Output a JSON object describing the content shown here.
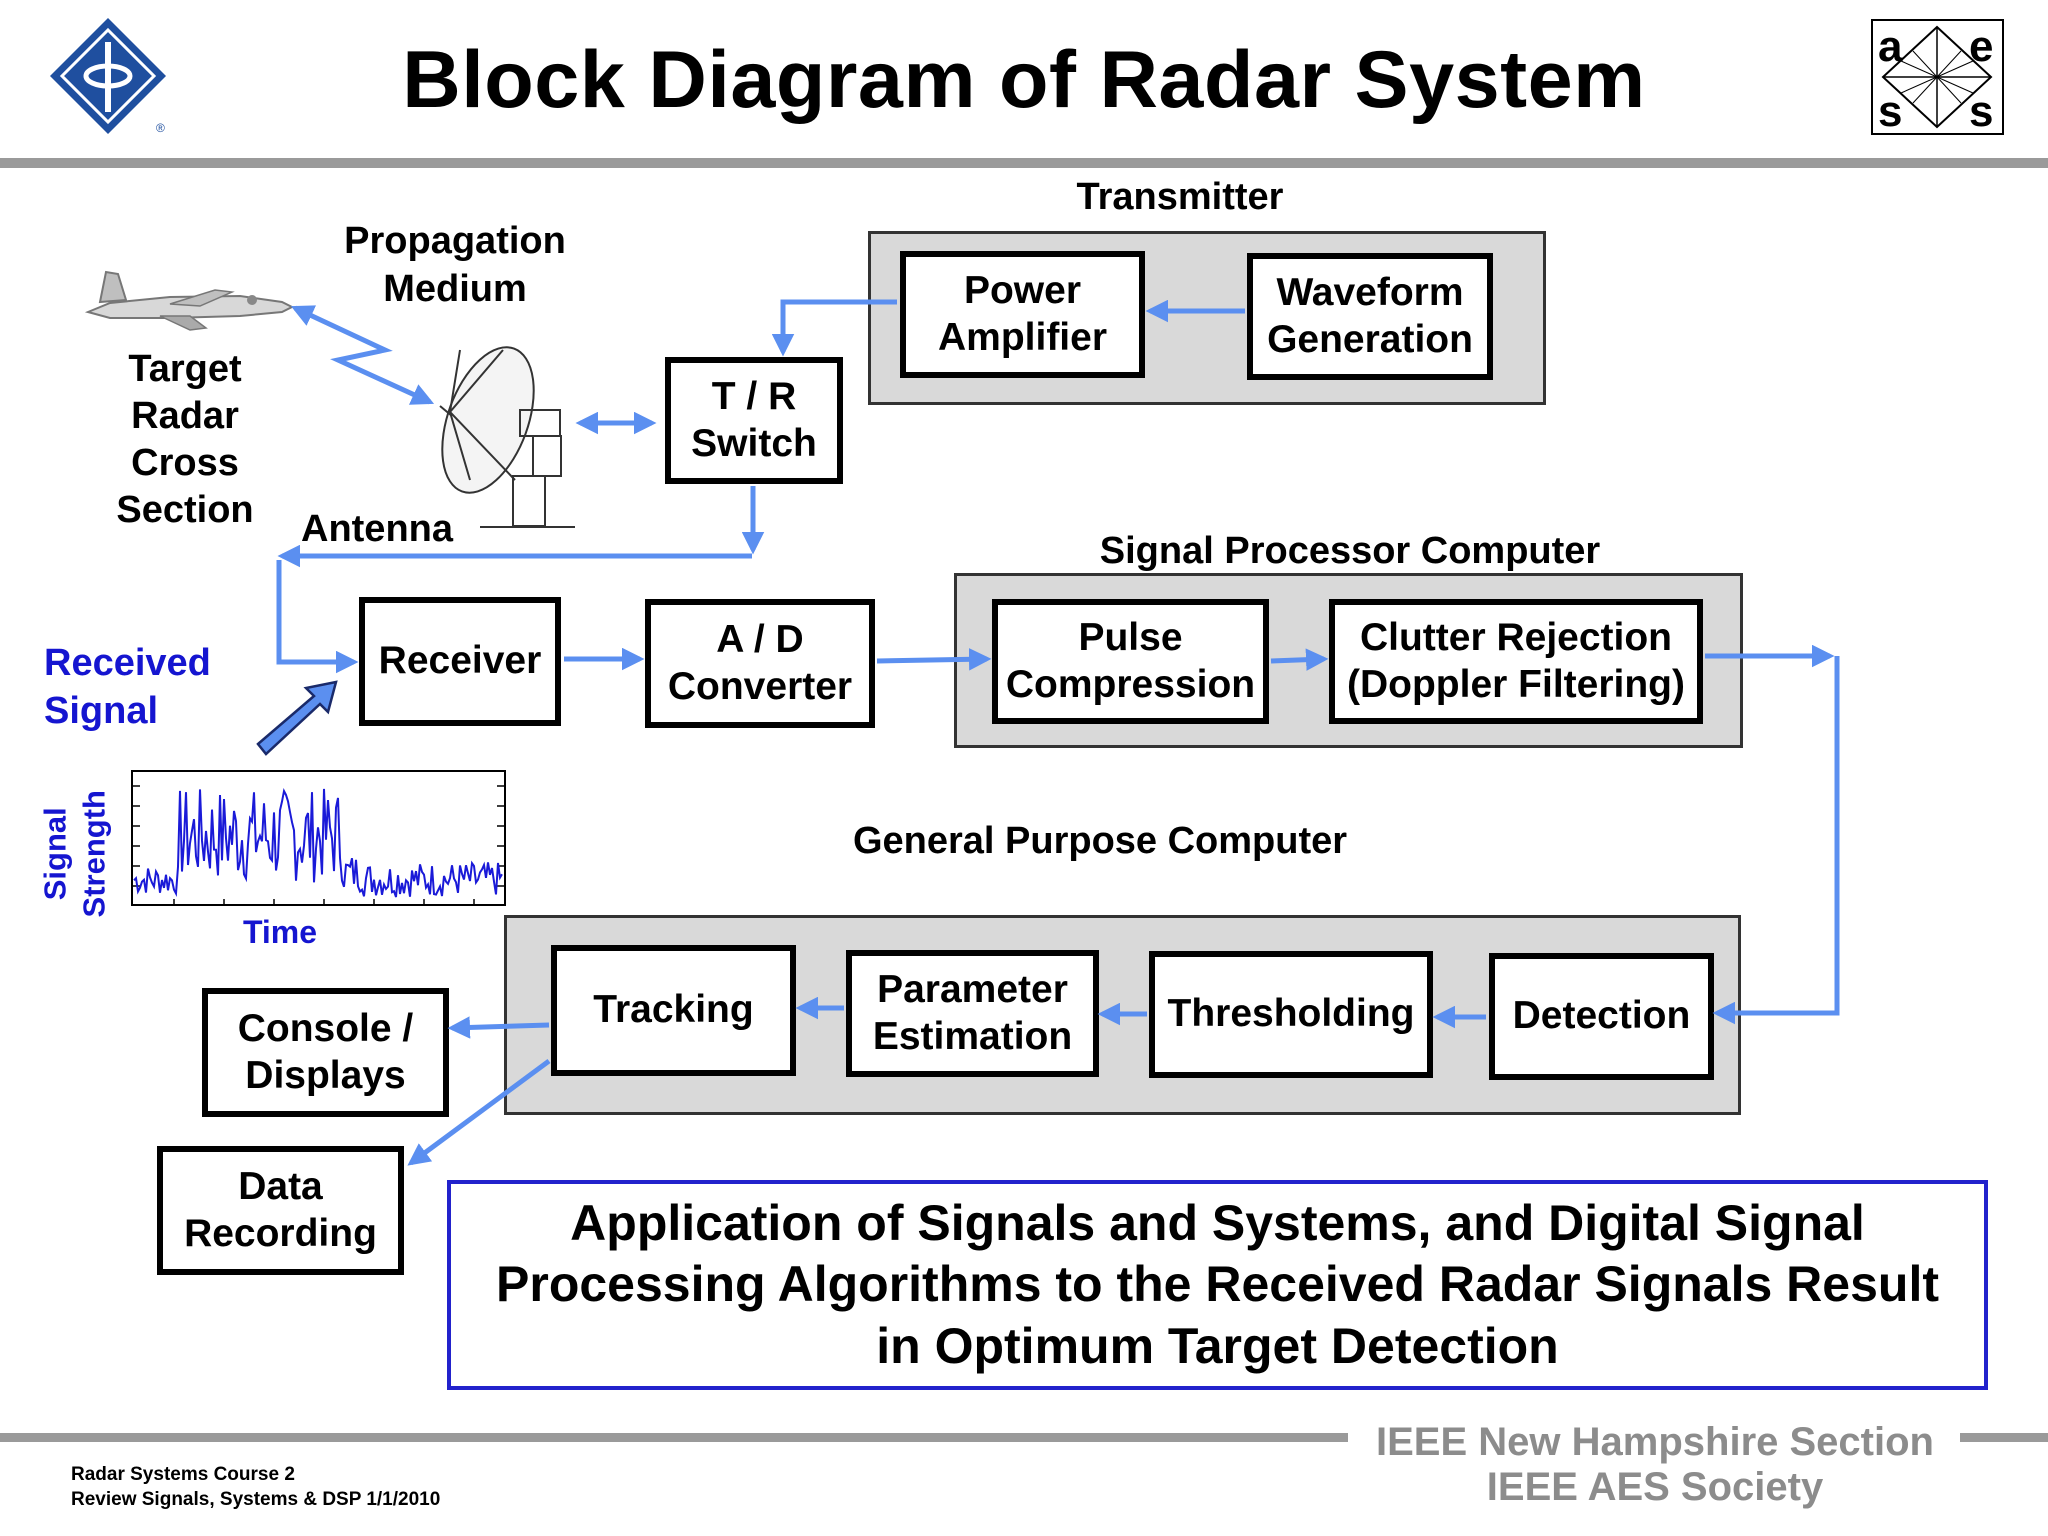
{
  "title": "Block Diagram of Radar System",
  "logos": {
    "left": "ieee-logo",
    "right": {
      "name": "aess-logo",
      "letters": [
        "a",
        "e",
        "s",
        "s"
      ]
    }
  },
  "labels": {
    "transmitter": "Transmitter",
    "propagation_medium": "Propagation\nMedium",
    "target_rcs": "Target\nRadar\nCross\nSection",
    "antenna": "Antenna",
    "signal_processor_computer": "Signal Processor Computer",
    "general_purpose_computer": "General Purpose Computer",
    "received_signal": "Received\nSignal",
    "plot_ylabel": "Signal\nStrength",
    "plot_xlabel": "Time"
  },
  "blocks": {
    "power_amplifier": "Power\nAmplifier",
    "waveform_generation": "Waveform\nGeneration",
    "tr_switch": "T / R\nSwitch",
    "receiver": "Receiver",
    "ad_converter": "A / D\nConverter",
    "pulse_compression": "Pulse\nCompression",
    "clutter_rejection": "Clutter Rejection\n(Doppler Filtering)",
    "tracking": "Tracking",
    "parameter_estimation": "Parameter\nEstimation",
    "thresholding": "Thresholding",
    "detection": "Detection",
    "console_displays": "Console /\nDisplays",
    "data_recording": "Data\nRecording"
  },
  "message": "Application of Signals and Systems, and Digital Signal\nProcessing Algorithms to the Received Radar Signals Result\nin Optimum Target Detection",
  "footer": {
    "left": "Radar Systems Course    2\nReview Signals, Systems & DSP  1/1/2010",
    "right": "IEEE New Hampshire Section\nIEEE AES Society"
  },
  "colors": {
    "arrow": "#5b8ff0",
    "label_blue": "#1515d0",
    "group_fill": "#d9d9d9",
    "footer_gray": "#8c8c8c"
  }
}
